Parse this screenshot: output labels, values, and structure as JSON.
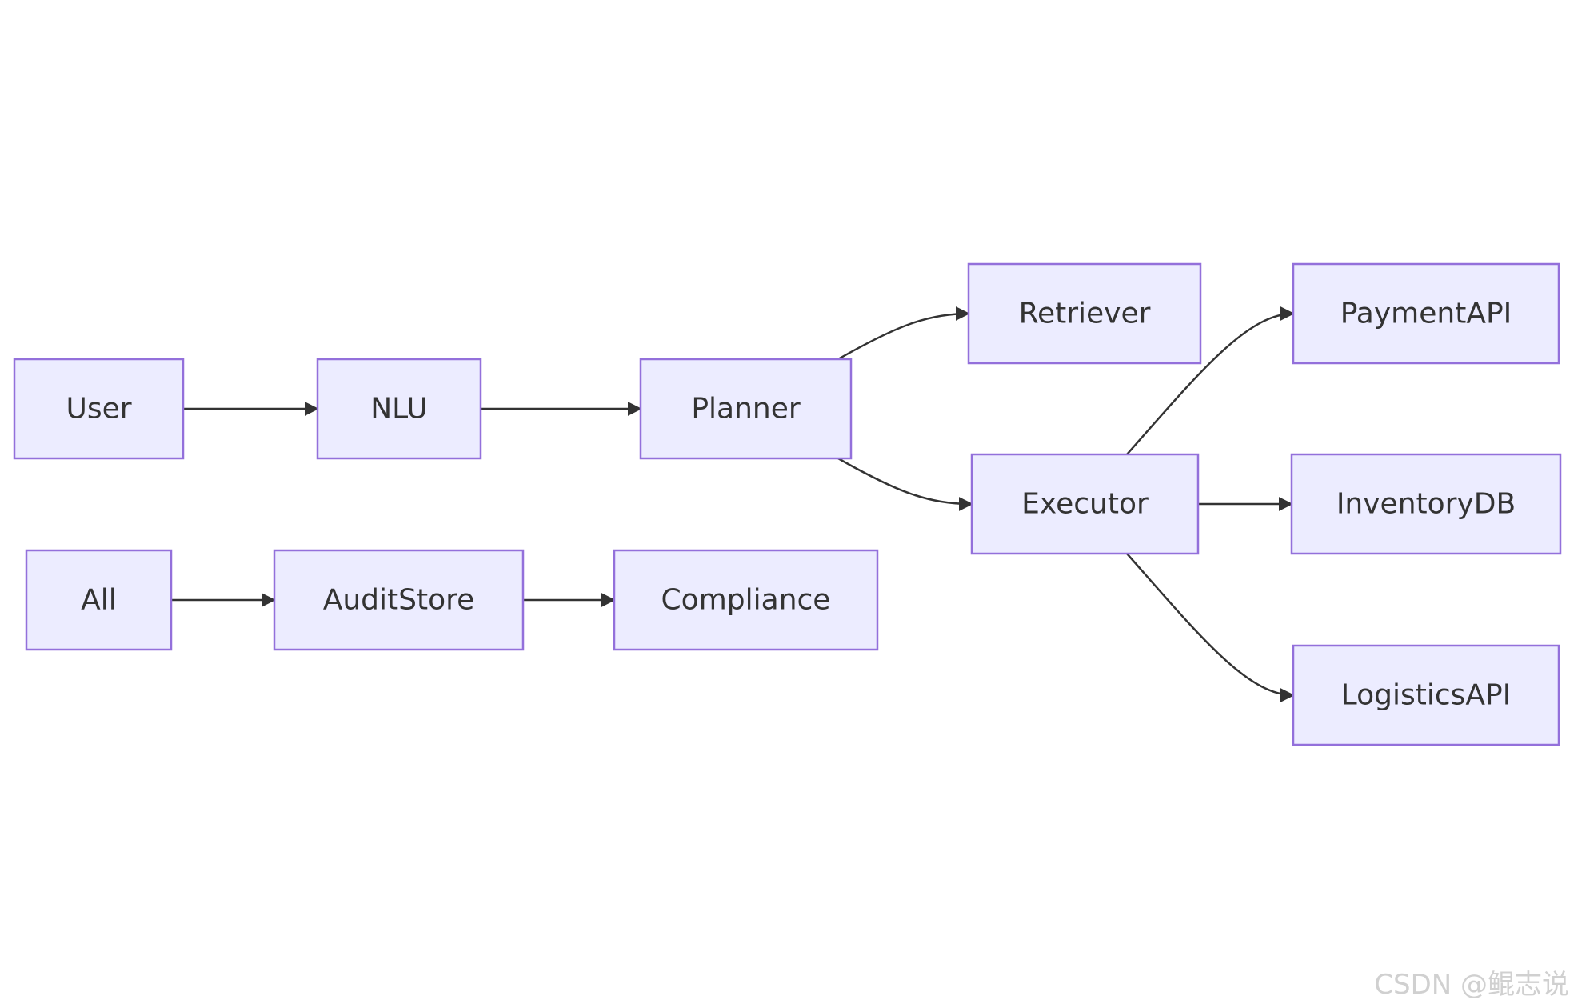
{
  "nodes": [
    {
      "id": "user",
      "label": "User"
    },
    {
      "id": "nlu",
      "label": "NLU"
    },
    {
      "id": "planner",
      "label": "Planner"
    },
    {
      "id": "retriever",
      "label": "Retriever"
    },
    {
      "id": "executor",
      "label": "Executor"
    },
    {
      "id": "paymentapi",
      "label": "PaymentAPI"
    },
    {
      "id": "inventorydb",
      "label": "InventoryDB"
    },
    {
      "id": "logisticsapi",
      "label": "LogisticsAPI"
    },
    {
      "id": "all",
      "label": "All"
    },
    {
      "id": "auditstore",
      "label": "AuditStore"
    },
    {
      "id": "compliance",
      "label": "Compliance"
    }
  ],
  "edges": [
    {
      "from": "user",
      "to": "nlu"
    },
    {
      "from": "nlu",
      "to": "planner"
    },
    {
      "from": "planner",
      "to": "retriever"
    },
    {
      "from": "planner",
      "to": "executor"
    },
    {
      "from": "executor",
      "to": "paymentapi"
    },
    {
      "from": "executor",
      "to": "inventorydb"
    },
    {
      "from": "executor",
      "to": "logisticsapi"
    },
    {
      "from": "all",
      "to": "auditstore"
    },
    {
      "from": "auditstore",
      "to": "compliance"
    }
  ],
  "colors": {
    "node_fill": "#ececff",
    "node_stroke": "#9370db",
    "edge": "#333333",
    "text": "#333333",
    "watermark": "#d0d0d0"
  },
  "watermark": "CSDN @鲲志说"
}
